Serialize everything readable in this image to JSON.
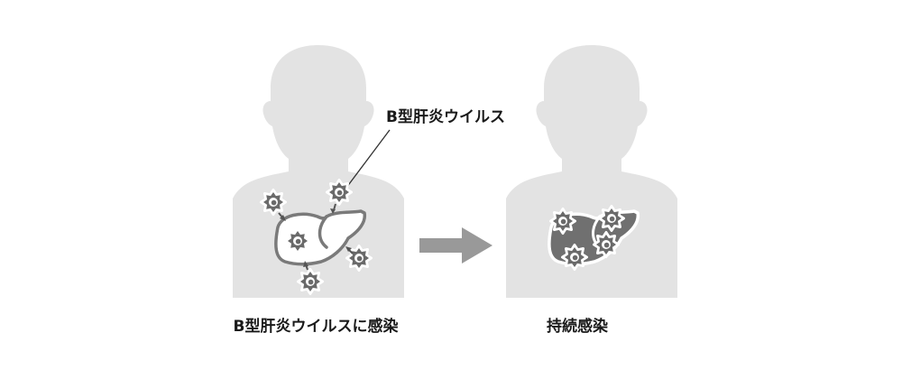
{
  "labels": {
    "virus": "B型肝炎ウイルス",
    "stage1_caption": "B型肝炎ウイルスに感染",
    "stage2_caption": "持続感染"
  },
  "colors": {
    "silhouette": "#e3e3e3",
    "liver_healthy_fill": "#ffffff",
    "liver_infected_fill": "#707070",
    "outline": "#7a7a7a",
    "virus_fill": "#6a6a6a",
    "arrow": "#999999",
    "text": "#1a1a1a"
  },
  "icons": {
    "virus": "virus-icon",
    "transition": "right-arrow-icon"
  }
}
